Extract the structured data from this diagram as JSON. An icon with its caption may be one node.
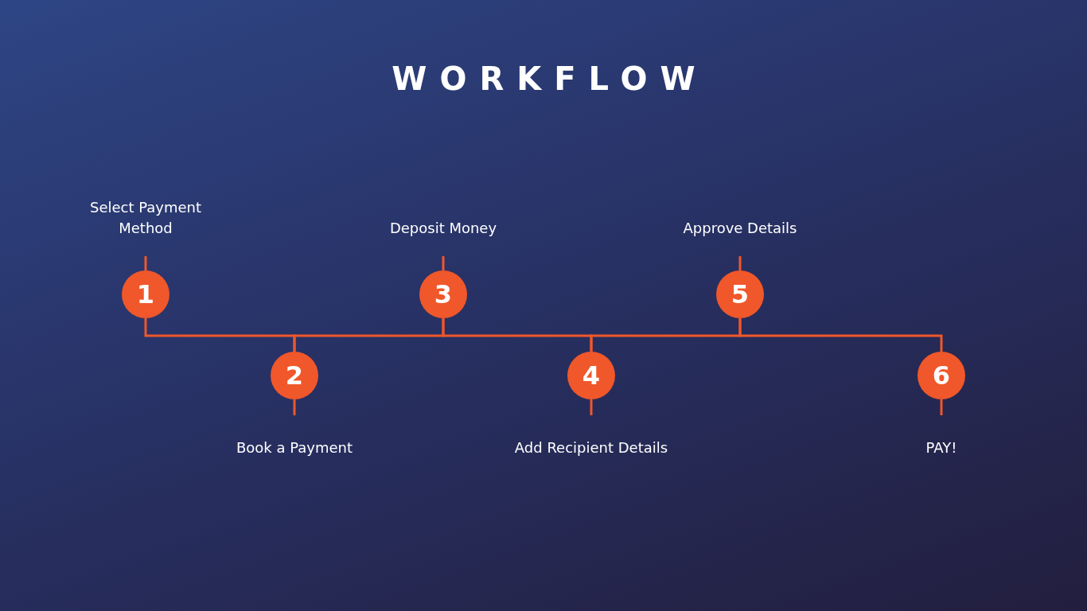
{
  "diagram": {
    "title": "WORKFLOW",
    "nodes": [
      {
        "text": [
          "1"
        ],
        "beside": [
          "Select Payment Method"
        ]
      },
      {
        "text": [
          "2"
        ],
        "beside": [
          "Book a Payment"
        ]
      },
      {
        "text": [
          "3"
        ],
        "beside": [
          "Deposit Money"
        ]
      },
      {
        "text": [
          "4"
        ],
        "beside": [
          "Add Recipient Details"
        ]
      },
      {
        "text": [
          "5"
        ],
        "beside": [
          "Approve Details"
        ]
      },
      {
        "text": [
          "6"
        ],
        "beside": [
          "PAY!"
        ]
      }
    ],
    "edges": [
      {
        "from": 0,
        "to": 1,
        "arrow": "none"
      },
      {
        "from": 1,
        "to": 2,
        "arrow": "none"
      },
      {
        "from": 2,
        "to": 3,
        "arrow": "none"
      },
      {
        "from": 3,
        "to": 4,
        "arrow": "none"
      },
      {
        "from": 4,
        "to": 5,
        "arrow": "none"
      }
    ]
  }
}
